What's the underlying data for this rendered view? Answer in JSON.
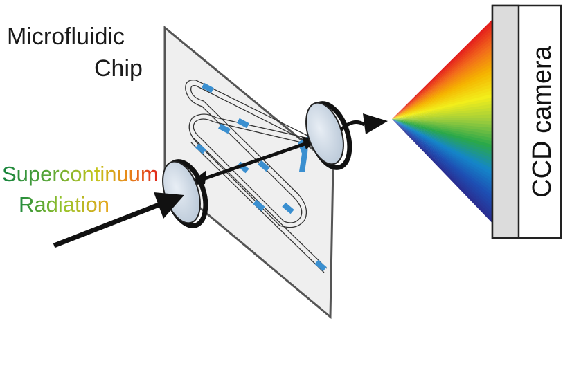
{
  "labels": {
    "chip_line1": "Microfluidic",
    "chip_line2": "Chip",
    "radiation_line1": "Supercontinuum",
    "radiation_line2": "Radiation",
    "camera": "CCD camera"
  },
  "colors": {
    "chip_fill": "#efefef",
    "chip_edge": "#555555",
    "droplet": "#3a8fd0",
    "lens_fill": "#c9d6e3",
    "arrow": "#111111",
    "spectrum": [
      "#e31a1c",
      "#f26a1b",
      "#f5b400",
      "#f2ee1b",
      "#9ccc3c",
      "#2aa84a",
      "#1486c9",
      "#1d4fb3",
      "#2a2c8f"
    ],
    "supercontinuum_gradient": [
      "#14823c",
      "#5aa83a",
      "#c3c51a",
      "#e88a1a",
      "#e0261c"
    ],
    "radiation_gradient": [
      "#1f8a3d",
      "#9ac42a",
      "#e7a51a"
    ]
  },
  "icons": {
    "input_lens": "lens-icon",
    "output_lens": "lens-icon",
    "camera": "ccd-camera-icon",
    "spectrum": "spectrum-fan-icon"
  }
}
